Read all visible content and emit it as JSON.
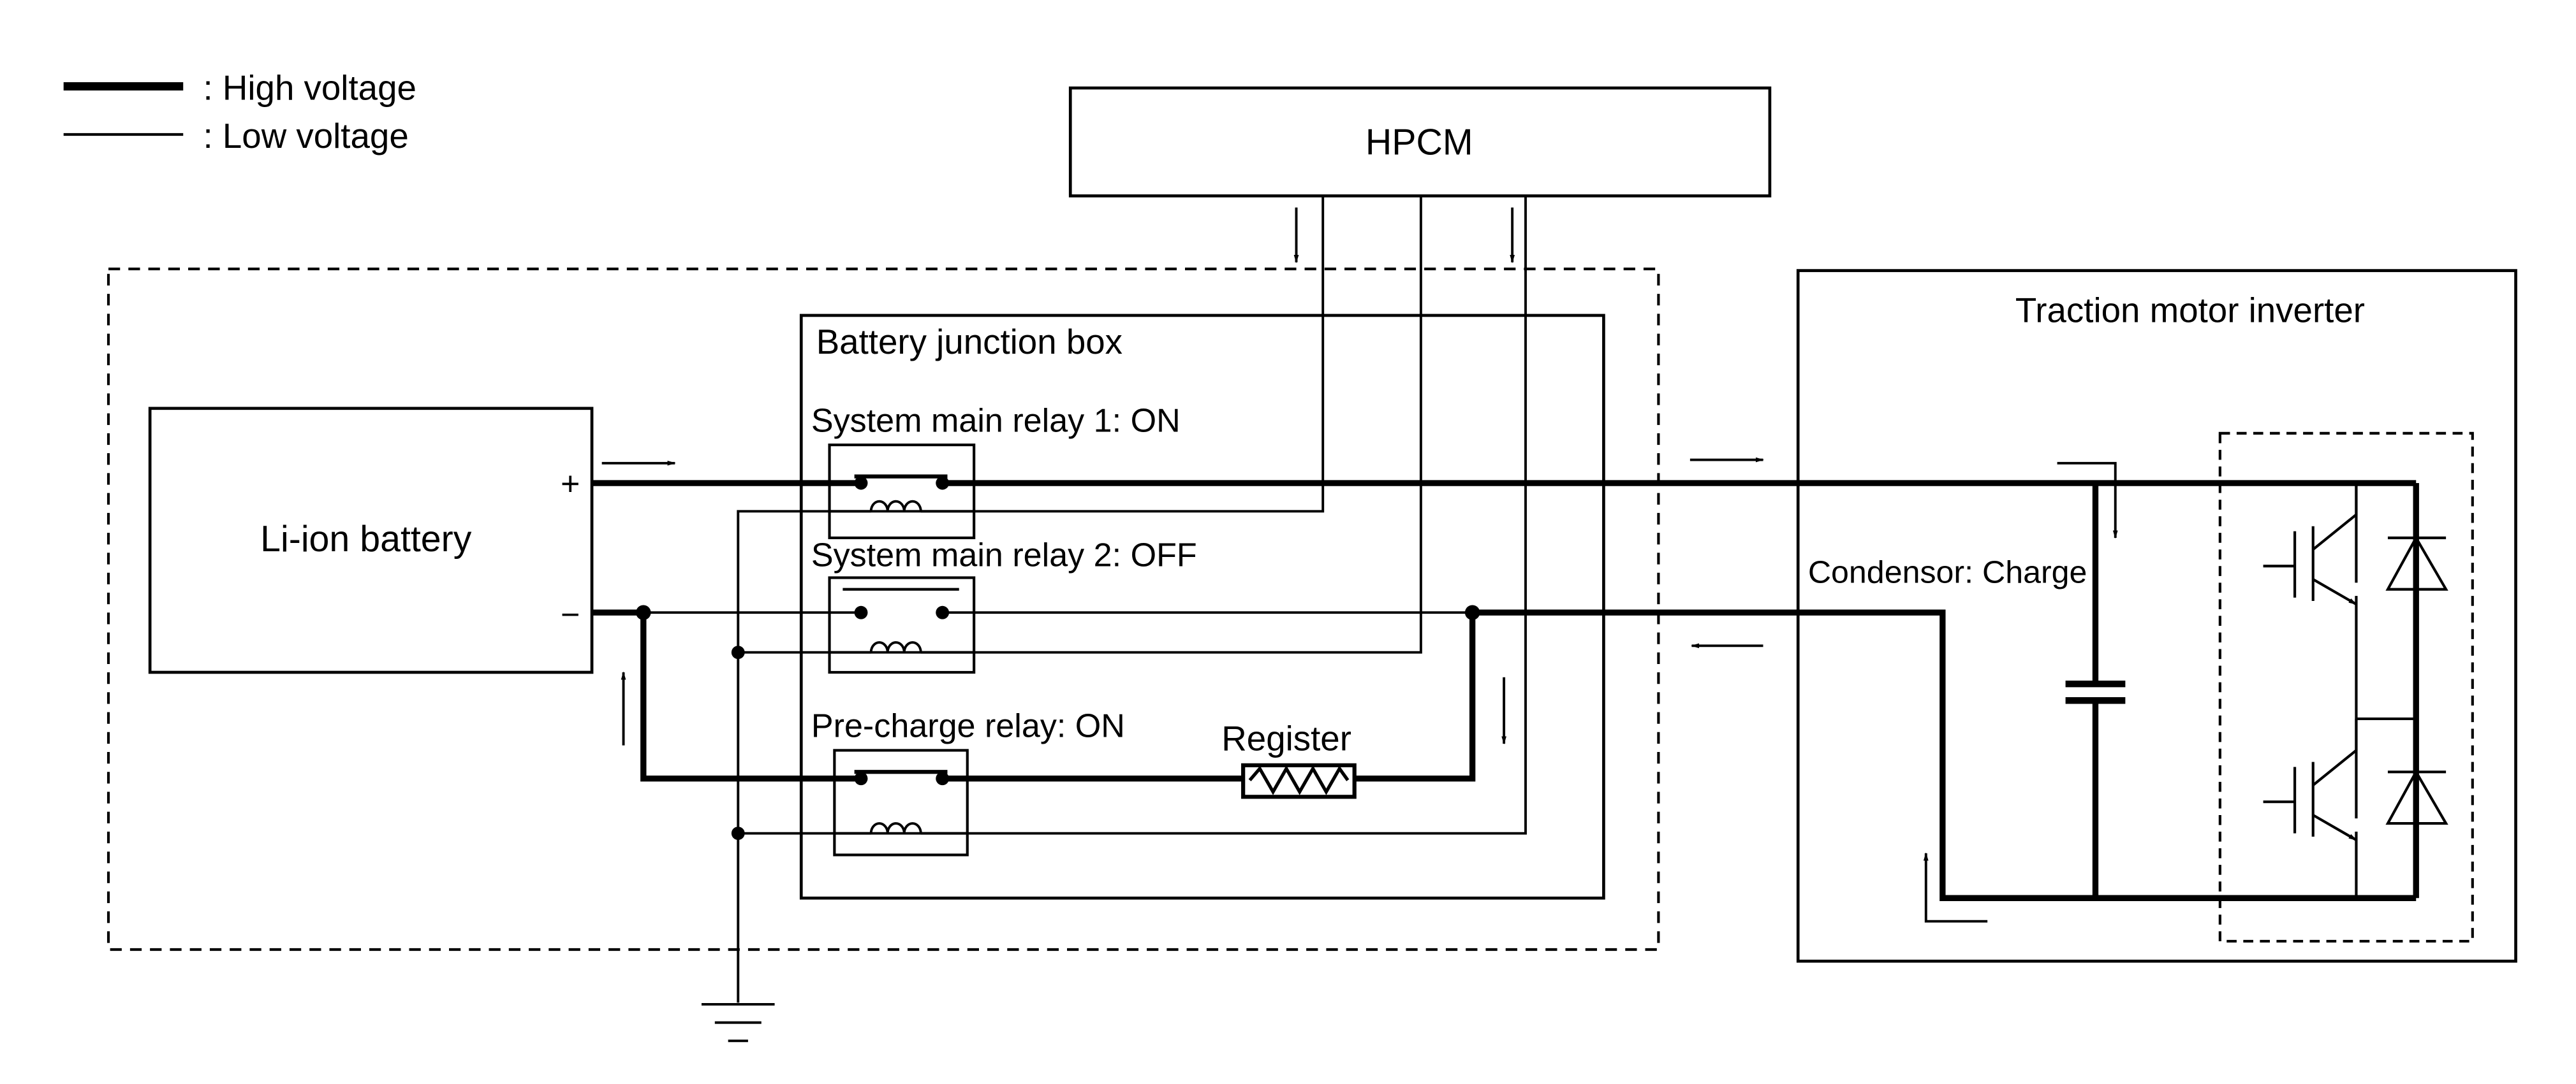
{
  "legend": {
    "high_voltage": ": High voltage",
    "low_voltage": ": Low voltage"
  },
  "hpcm": {
    "label": "HPCM"
  },
  "battery": {
    "label": "Li-ion battery",
    "plus": "+",
    "minus": "−"
  },
  "junction_box": {
    "title": "Battery junction box",
    "relay1": "System main relay 1: ON",
    "relay2": "System main relay 2: OFF",
    "precharge": "Pre-charge relay: ON",
    "register": "Register"
  },
  "inverter": {
    "title": "Traction motor inverter",
    "condensor": "Condensor: Charge"
  }
}
